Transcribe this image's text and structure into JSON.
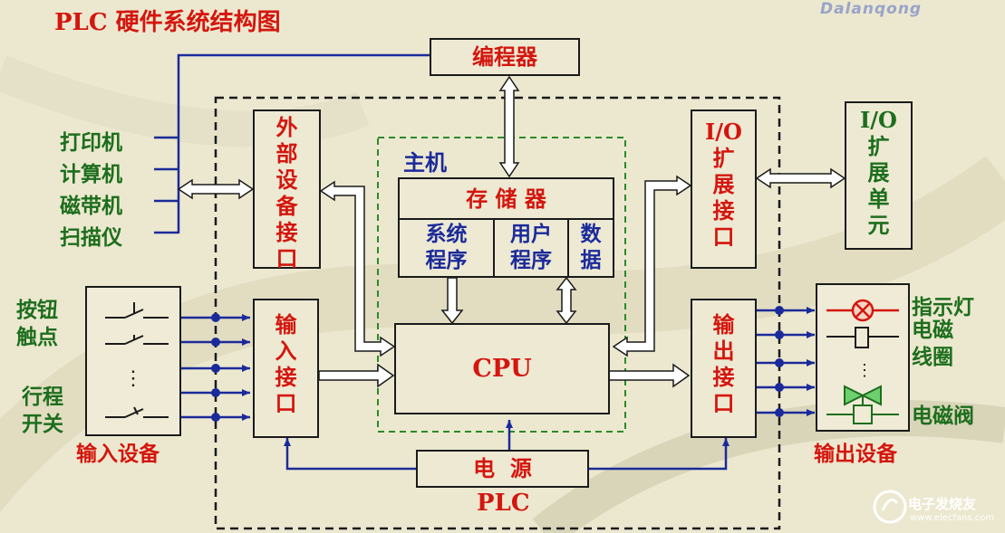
{
  "title": "PLC 硬件系统结构图",
  "blocks": {
    "programmer": "编程器",
    "external_interface": [
      "外",
      "部",
      "设",
      "备",
      "接",
      "口"
    ],
    "host": "主机",
    "memory": "存 储 器",
    "system_program": [
      "系统",
      "程序"
    ],
    "user_program": [
      "用户",
      "程序"
    ],
    "data": [
      "数",
      "据"
    ],
    "cpu": "CPU",
    "io_expansion_interface": [
      "I/O",
      "扩",
      "展",
      "接",
      "口"
    ],
    "io_expansion_unit": [
      "I/O",
      "扩",
      "展",
      "单",
      "元"
    ],
    "input_interface": [
      "输",
      "入",
      "接",
      "口"
    ],
    "output_interface": [
      "输",
      "出",
      "接",
      "口"
    ],
    "power": "电  源",
    "plc": "PLC"
  },
  "peripherals": [
    "打印机",
    "计算机",
    "磁带机",
    "扫描仪"
  ],
  "input_device": {
    "labels": [
      "按钮",
      "触点",
      "行程",
      "开关"
    ],
    "caption": "输入设备",
    "ellipsis": "⋮"
  },
  "output_device": {
    "labels": [
      "指示灯",
      "电磁",
      "线圈",
      "电磁阀"
    ],
    "caption": "输出设备",
    "ellipsis": "⋮"
  },
  "watermark": {
    "top": "Dalanqong",
    "bottom": "电子发烧友",
    "bottom_sub": "www.elecfans.com"
  },
  "colors": {
    "background": "#ece8cf",
    "title_red": "#d4160e",
    "label_green": "#1d6e1d",
    "line_navy": "#1b2a9a",
    "border_black": "#1a1a1a",
    "host_border_green": "#2a8a2a"
  }
}
